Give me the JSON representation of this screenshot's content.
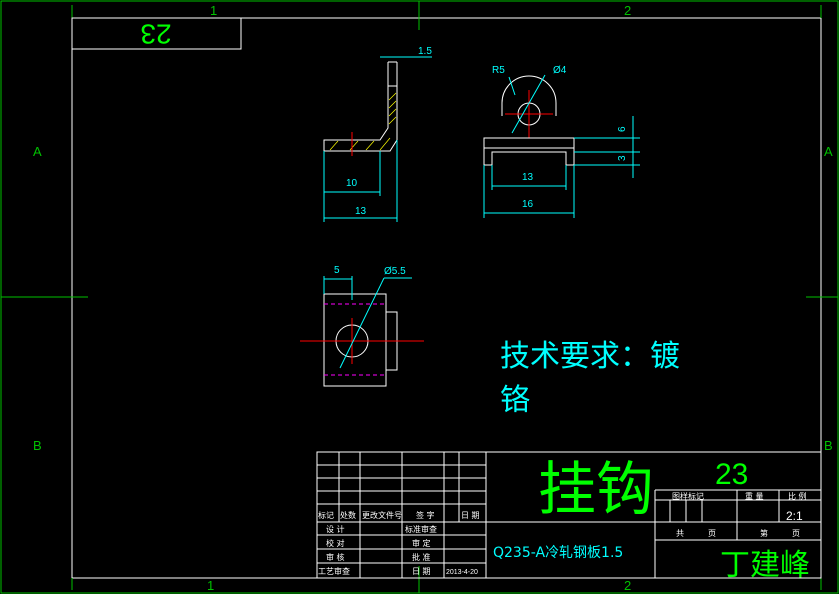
{
  "zones": {
    "top": [
      "1",
      "2"
    ],
    "bottom": [
      "1",
      "2"
    ],
    "left": [
      "A",
      "B"
    ],
    "right": [
      "A",
      "B"
    ]
  },
  "corner_tag": "23",
  "dimensions": {
    "front_thickness": "1.5",
    "front_inner": "10",
    "front_overall": "13",
    "side_radius": "R5",
    "side_hole": "Ø4",
    "side_inner": "13",
    "side_overall": "16",
    "side_height_upper": "6",
    "side_height_lower": "3",
    "top_offset": "5",
    "top_hole": "Ø5.5"
  },
  "tech_requirements": {
    "line1": "技术要求：镀",
    "line2": "铬"
  },
  "title_block": {
    "part_name": "挂钩",
    "drawing_number": "23",
    "material": "Q235-A冷轧钢板1.5",
    "designer": "丁建峰",
    "date": "2013-4-20",
    "scale": "2:1",
    "headers": {
      "biaoji": "标记",
      "chushu": "处数",
      "gengai": "更改文件号",
      "qianzi": "签 字",
      "riqi": "日 期",
      "sheji": "设 计",
      "biaozhunhua": "标准审查",
      "jiaodui": "校 对",
      "shending": "审 定",
      "shenhe": "审 核",
      "pizhun": "批 准",
      "gongyi": "工艺审查",
      "riqi2": "日 期",
      "tuyang": "图样标记",
      "zhongliang": "重 量",
      "bili": "比 例",
      "gong": "共",
      "ye": "页",
      "di": "第",
      "ye2": "页"
    }
  },
  "colors": {
    "frame": "#00c000",
    "dimension": "#00ffff",
    "outline": "#ffffff",
    "center": "#ff0000",
    "hidden": "#ff00ff",
    "hatch": "#ffff00"
  }
}
